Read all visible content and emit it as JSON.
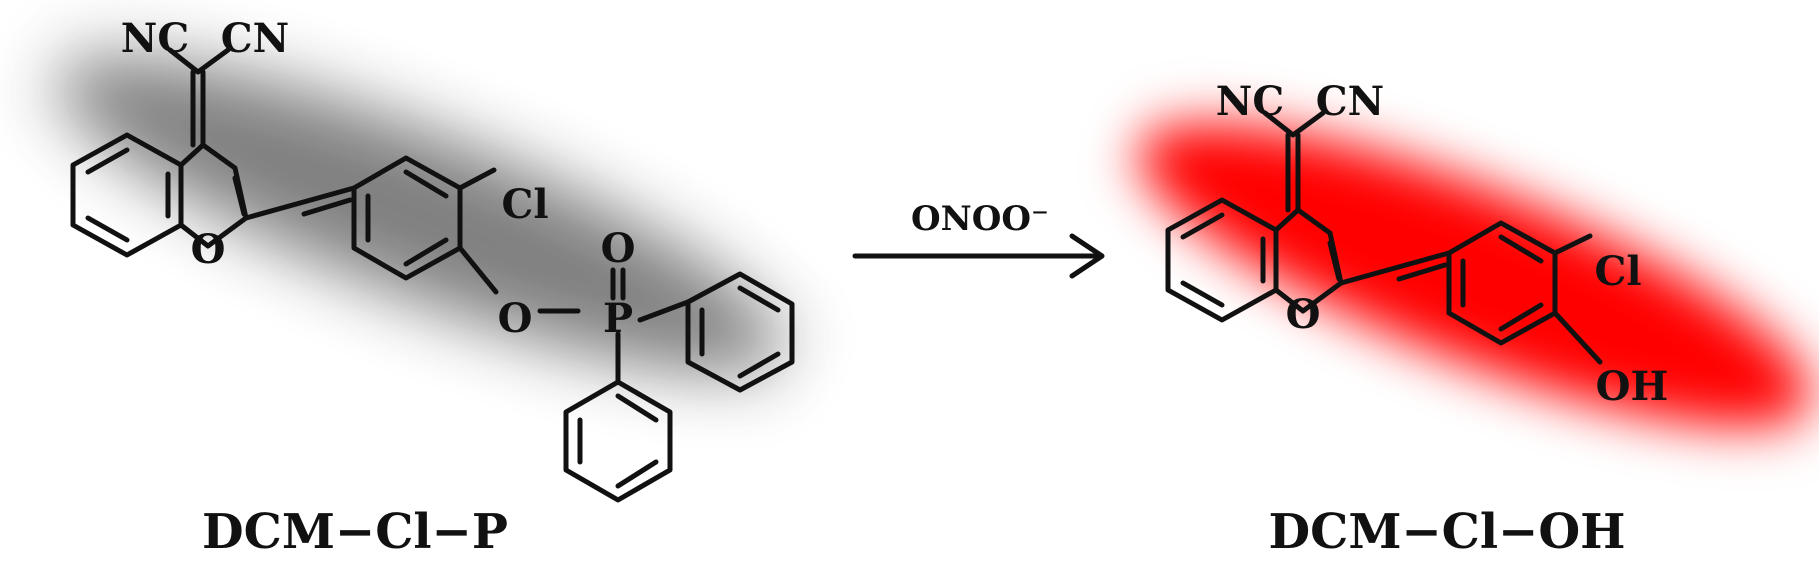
{
  "reaction": {
    "reagent": "ONOO⁻",
    "arrow_icon": "right-arrow-icon"
  },
  "reactant": {
    "name": "DCM−Cl−P",
    "labels": {
      "nc": "NC",
      "cn": "CN",
      "o_ring": "O",
      "cl": "Cl",
      "o_link": "O",
      "p": "P",
      "o_dbl": "O"
    },
    "glow_color": "#7a7a7a"
  },
  "product": {
    "name": "DCM−Cl−OH",
    "labels": {
      "nc": "NC",
      "cn": "CN",
      "o_ring": "O",
      "cl": "Cl",
      "oh": "OH"
    },
    "glow_color": "#ff0000"
  }
}
